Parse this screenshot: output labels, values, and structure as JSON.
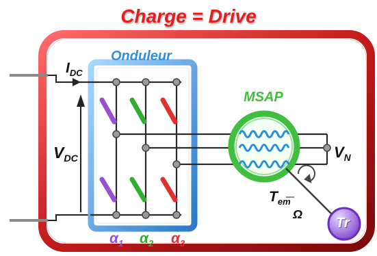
{
  "title": "Charge = Drive",
  "labels": {
    "inverter": "Onduleur",
    "motor": "MSAP",
    "dc_current": {
      "main": "I",
      "sub": "DC"
    },
    "dc_voltage": {
      "main": "V",
      "sub": "DC"
    },
    "neutral_voltage": {
      "main": "V",
      "sub": "N"
    },
    "torque": {
      "main": "T",
      "sub": "em"
    },
    "speed": "Ω",
    "transmission": "Tr",
    "alpha1": {
      "main": "α",
      "sub": "1"
    },
    "alpha2": {
      "main": "α",
      "sub": "2"
    },
    "alpha3": {
      "main": "α",
      "sub": "3"
    }
  },
  "colors": {
    "frame_red": "#b51818",
    "title_red": "#e02020",
    "inverter_blue": "#3b8fd6",
    "label_blue": "#2f8fe0",
    "motor_green": "#3fbe3f",
    "phase1": "#9a4fd0",
    "phase2": "#2fae2f",
    "phase3": "#e03030",
    "tr_purple": "#7b3fd0"
  }
}
